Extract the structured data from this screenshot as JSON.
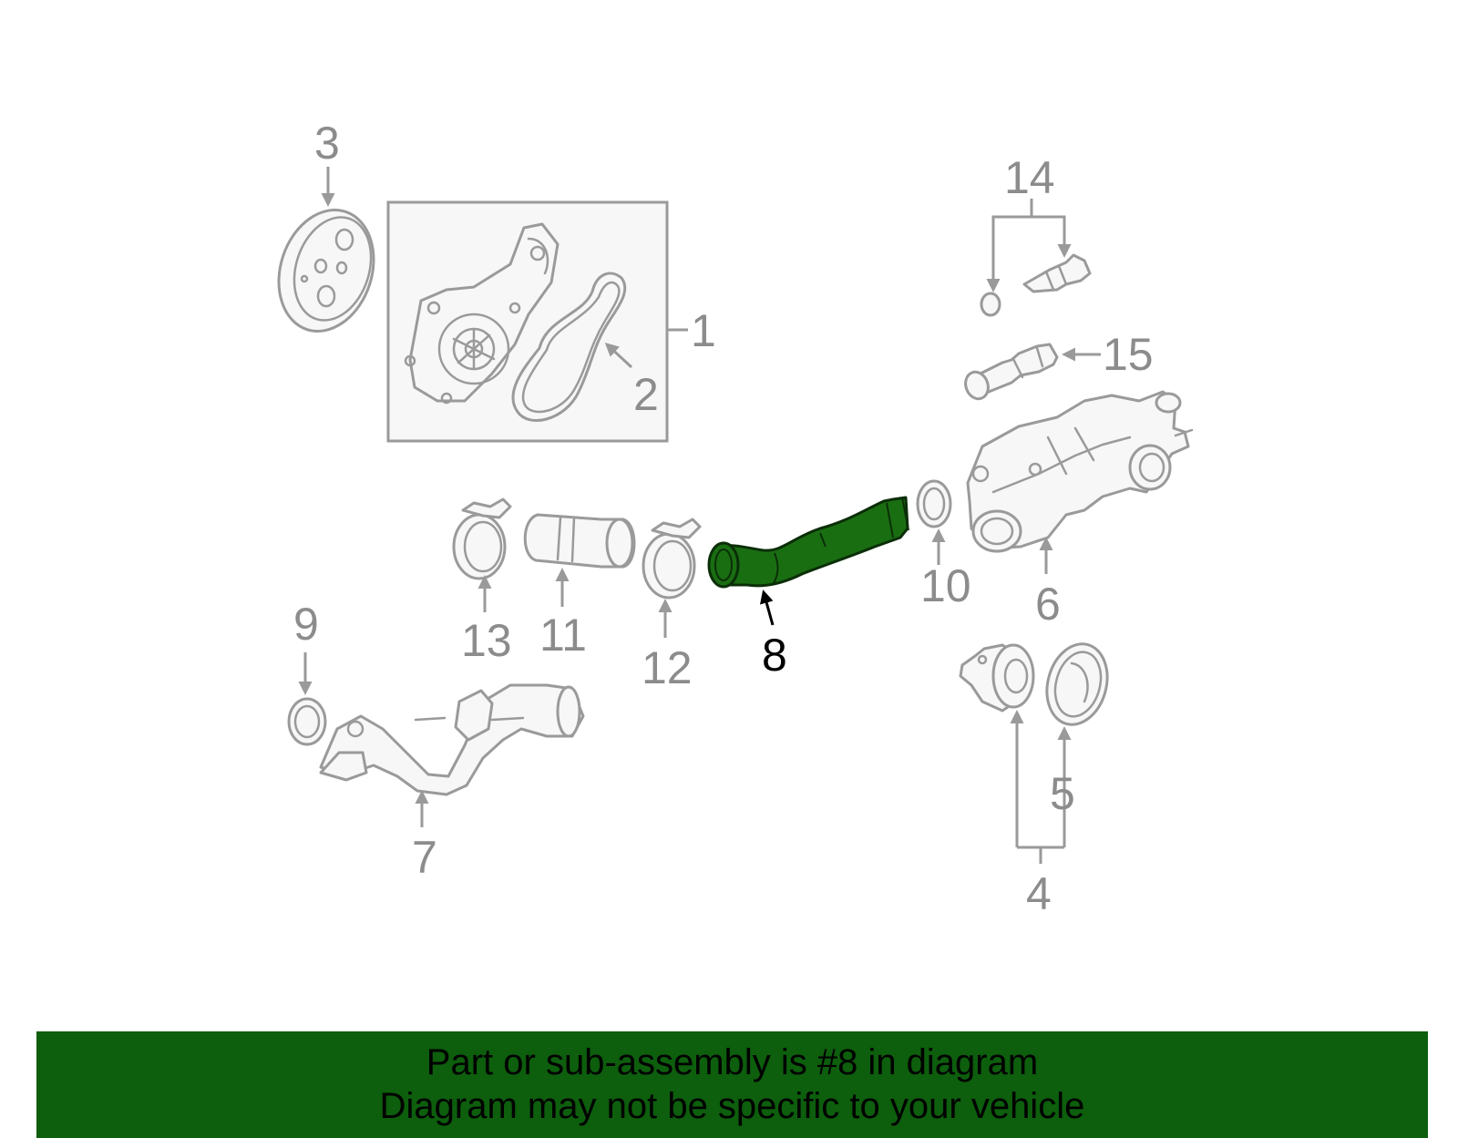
{
  "colors": {
    "highlight": "#1a6e12",
    "banner": "#0d5e0d",
    "part_outline": "#9a9a9a",
    "callout_text": "#8c8c8c",
    "active_callout_text": "#000000"
  },
  "callouts": {
    "c1": "1",
    "c2": "2",
    "c3": "3",
    "c4": "4",
    "c5": "5",
    "c6": "6",
    "c7": "7",
    "c8": "8",
    "c9": "9",
    "c10": "10",
    "c11": "11",
    "c12": "12",
    "c13": "13",
    "c14": "14",
    "c15": "15"
  },
  "highlighted_part": "8",
  "banner": {
    "line1": "Part or sub-assembly is #8 in diagram",
    "line2": "Diagram may not be specific to your vehicle"
  }
}
